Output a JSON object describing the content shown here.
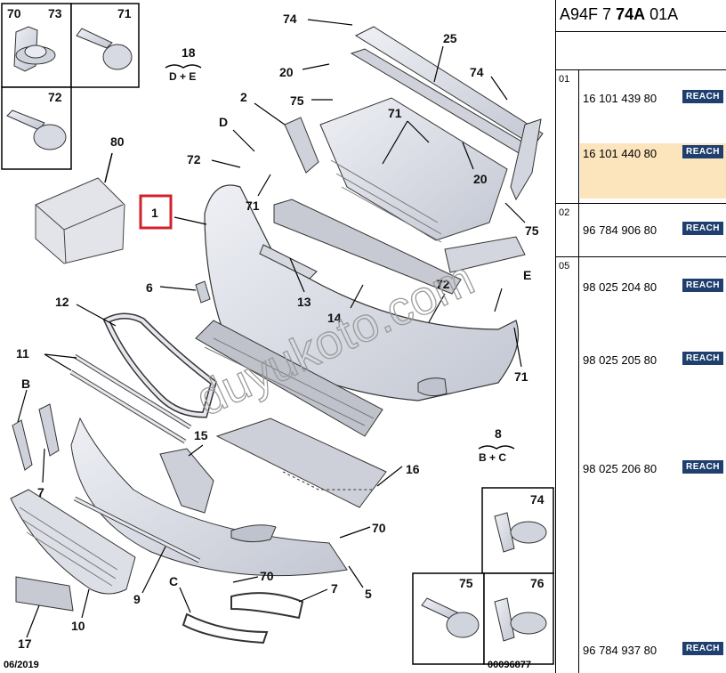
{
  "diagram": {
    "callouts": {
      "c70a": "70",
      "c73": "73",
      "c71a": "71",
      "c72a": "72",
      "c80": "80",
      "c74a": "74",
      "c18": "18",
      "c18b": "D + E",
      "c20a": "20",
      "c75a": "75",
      "c25": "25",
      "c74b": "74",
      "c2": "2",
      "c71b": "71",
      "cD": "D",
      "c72b": "72",
      "c20b": "20",
      "c1": "1",
      "c71c": "71",
      "c75b": "75",
      "c6": "6",
      "c13": "13",
      "cE": "E",
      "c72c": "72",
      "c14": "14",
      "c12": "12",
      "c11": "11",
      "c71d": "71",
      "cB": "B",
      "c8": "8",
      "c8b": "B + C",
      "c15": "15",
      "c16": "16",
      "c7a": "7",
      "c70b": "70",
      "c74c": "74",
      "c9": "9",
      "c70c": "70",
      "c75c": "75",
      "c76": "76",
      "cC": "C",
      "c7b": "7",
      "c5": "5",
      "c10": "10",
      "c17": "17"
    },
    "date": "06/2019",
    "doc_number": "00096877",
    "watermark": "duyukoto.com"
  },
  "panel": {
    "ref_prefix": "A94F 7",
    "ref_bold": "74A",
    "ref_suffix": "01A",
    "groups": [
      {
        "index": "01",
        "rows": [
          "16 101 439 80",
          "16 101 440 80"
        ]
      },
      {
        "index": "02",
        "rows": [
          "96 784 906 80"
        ]
      },
      {
        "index": "05",
        "rows": [
          "98 025 204 80",
          "98 025 205 80",
          "98 025 206 80",
          "96 784 937 80"
        ]
      }
    ],
    "reach_label": "REACH"
  },
  "colors": {
    "highlight": "#fce4bc",
    "reach_badge": "#1f3f6e",
    "part_fill": "#dde0e8",
    "callout_box": "#d0222a"
  }
}
